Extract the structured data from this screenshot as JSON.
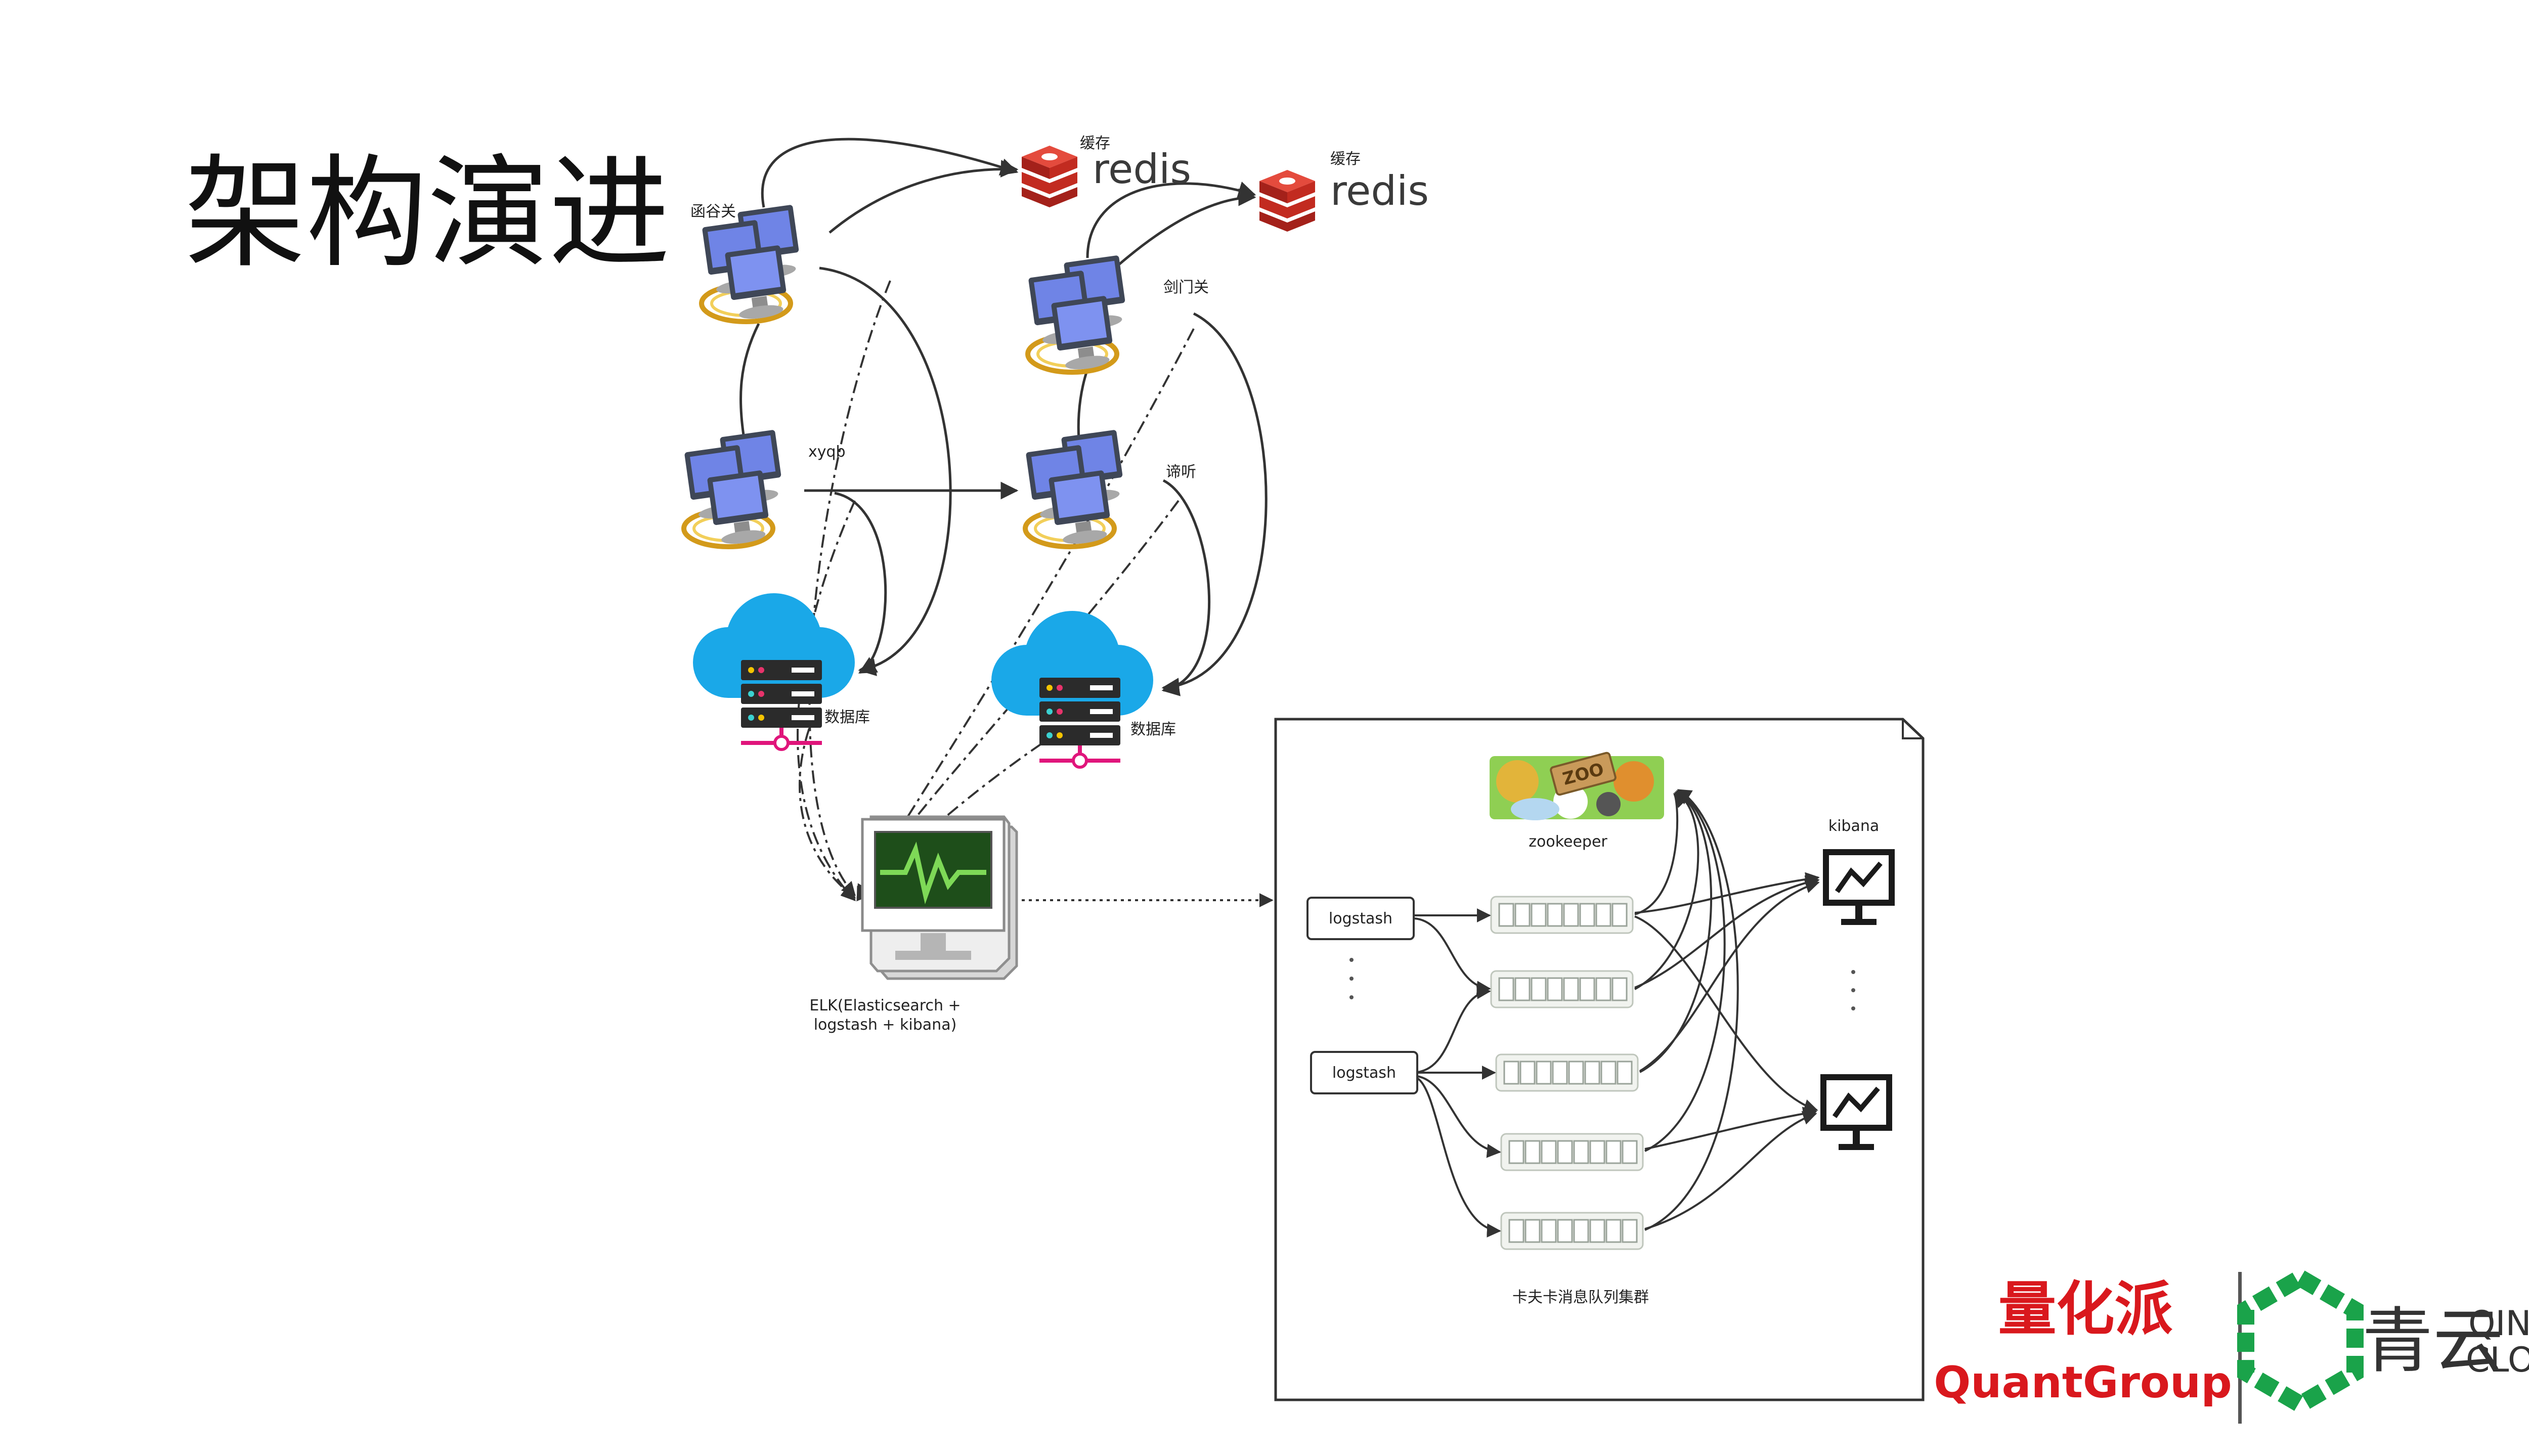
{
  "title": "架构演进",
  "nodes": {
    "redis1": {
      "caption": "缓存",
      "word": "redis"
    },
    "redis2": {
      "caption": "缓存",
      "word": "redis"
    },
    "hanguguan": "函谷关",
    "jianmenguan": "剑门关",
    "xyqb": "xyqb",
    "diting": "谛听",
    "db1": "数据库",
    "db2": "数据库",
    "elk": [
      "ELK(Elasticsearch +",
      "logstash + kibana)"
    ]
  },
  "kafka_panel": {
    "zookeeper": "zookeeper",
    "zoo_sign": "ZOO",
    "logstash_1": "logstash",
    "logstash_2": "logstash",
    "kibana": "kibana",
    "caption": "卡夫卡消息队列集群"
  },
  "logos": {
    "quantgroup_cn": "量化派",
    "quantgroup_en": "QuantGroup",
    "qingcloud_cn": "青云",
    "qingcloud_en_1": "QING",
    "qingcloud_en_2": "CLOUD"
  },
  "colors": {
    "brand_red": "#d9181d",
    "qingcloud_green": "#1aa34a",
    "cloud_blue": "#1aa8e8",
    "redis_red": "#d82c20"
  }
}
